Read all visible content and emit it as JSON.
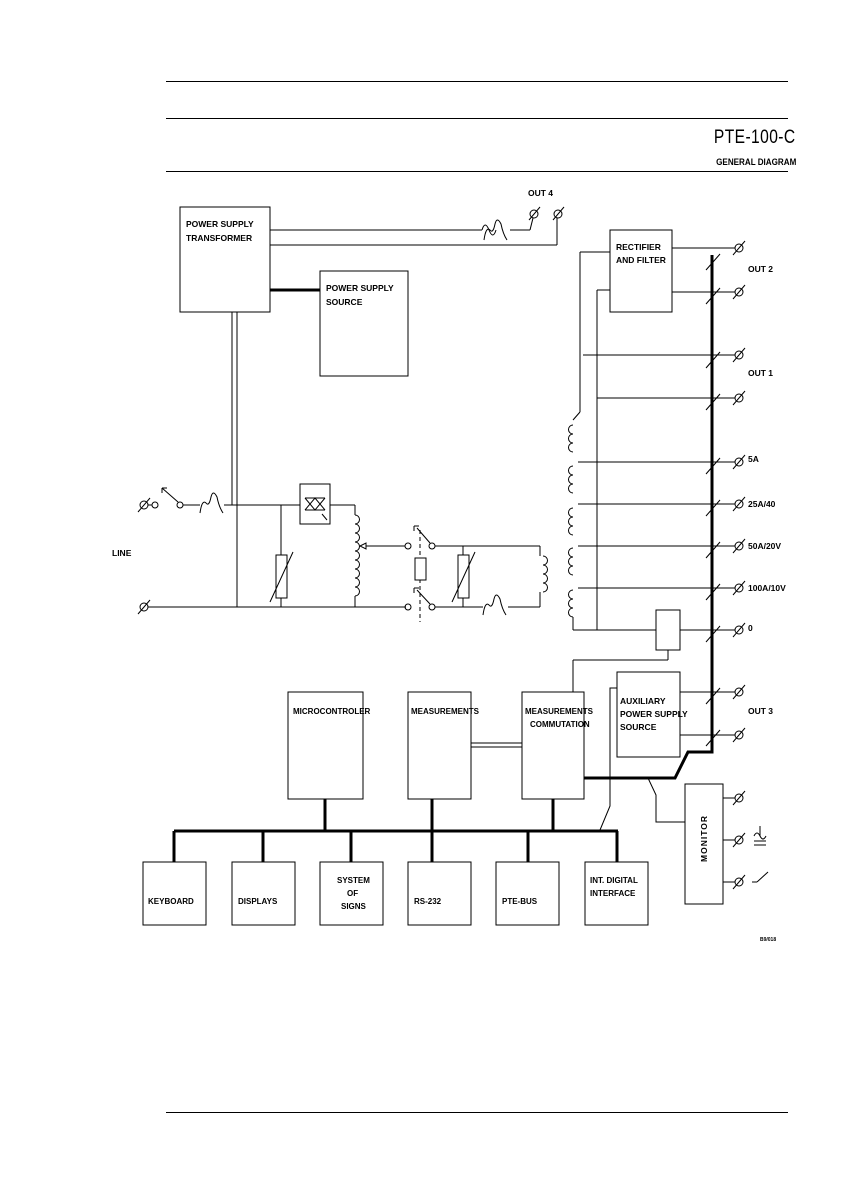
{
  "header": {
    "title": "PTE-100-C",
    "subtitle": "GENERAL DIAGRAM"
  },
  "diagram": {
    "blocks": {
      "ps_transformer": [
        "POWER SUPPLY",
        "TRANSFORMER"
      ],
      "ps_source": [
        "POWER SUPPLY",
        "SOURCE"
      ],
      "rectifier": [
        "RECTIFIER",
        "AND FILTER"
      ],
      "microcontroler": [
        "MICROCONTROLER"
      ],
      "measurements": [
        "MEASUREMENTS"
      ],
      "commutation": [
        "MEASUREMENTS",
        "COMMUTATION"
      ],
      "auxiliary": [
        "AUXILIARY",
        "POWER SUPPLY",
        "SOURCE"
      ],
      "monitor": [
        "MONITOR"
      ],
      "keyboard": [
        "KEYBOARD"
      ],
      "displays": [
        "DISPLAYS"
      ],
      "signs": [
        "SYSTEM",
        "OF",
        "SIGNS"
      ],
      "rs232": [
        "RS-232"
      ],
      "ptebus": [
        "PTE-BUS"
      ],
      "digital_if": [
        "INT. DIGITAL",
        "INTERFACE"
      ]
    },
    "labels": {
      "line": "LINE",
      "out4": "OUT 4",
      "out2": "OUT 2",
      "out1": "OUT 1",
      "out3": "OUT 3",
      "t_5a": "5A",
      "t_25a": "25A/40",
      "t_50a": "50A/20V",
      "t_100a": "100A/10V",
      "t_0": "0",
      "code": "B9/018"
    }
  }
}
